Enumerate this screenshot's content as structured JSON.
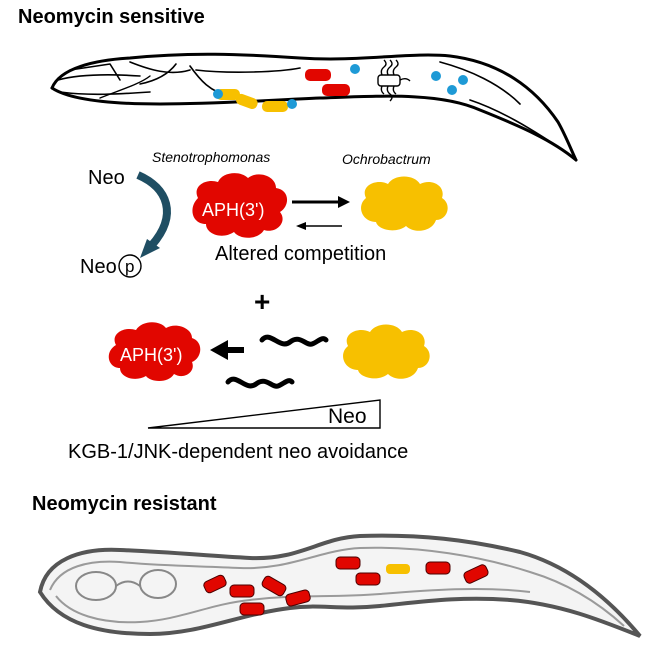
{
  "titles": {
    "sensitive": "Neomycin sensitive",
    "resistant": "Neomycin resistant"
  },
  "species": {
    "steno": "Stenotrophomonas",
    "ochro": "Ochrobactrum"
  },
  "labels": {
    "neo": "Neo",
    "neo_phos": "Neo",
    "phos": "p",
    "aph_top": "APH(3')",
    "aph_bottom": "APH(3')",
    "altered": "Altered competition",
    "plus": "+",
    "neo_gradient": "Neo",
    "avoidance": "KGB-1/JNK-dependent neo avoidance"
  },
  "colors": {
    "red_bacteria": "#e10600",
    "yellow_bacteria": "#f7c000",
    "blue_bacteria": "#1e9ad6",
    "arrow_dark": "#1f4e63",
    "outline": "#000000"
  }
}
